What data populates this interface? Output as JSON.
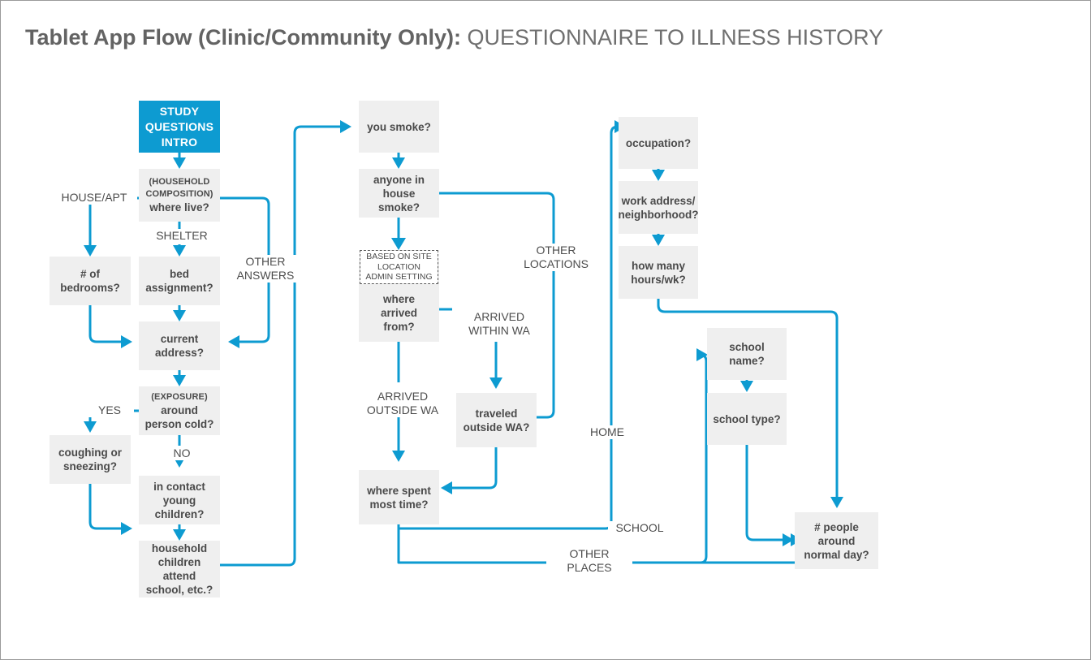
{
  "title": {
    "bold_part": "Tablet App Flow (Clinic/Community Only):",
    "light_part": " QUESTIONNAIRE TO ILLNESS HISTORY"
  },
  "colors": {
    "accent": "#0d9bd1",
    "node_fill": "#efefef",
    "node_text": "#4a4a4a",
    "title_text": "#6b6b6b",
    "page_border": "#9a9a9a"
  },
  "chart_data": {
    "type": "diagram",
    "title": "Tablet App Flow (Clinic/Community Only): QUESTIONNAIRE TO ILLNESS HISTORY",
    "nodes": [
      {
        "id": "start",
        "label": "STUDY QUESTIONS INTRO",
        "kind": "start"
      },
      {
        "id": "where_live",
        "label": "where live?",
        "sublabel": "(HOUSEHOLD COMPOSITION)",
        "kind": "question"
      },
      {
        "id": "bedrooms",
        "label": "# of bedrooms?",
        "kind": "question"
      },
      {
        "id": "bed_assignment",
        "label": "bed assignment?",
        "kind": "question"
      },
      {
        "id": "current_address",
        "label": "current address?",
        "kind": "question"
      },
      {
        "id": "around_cold",
        "label": "around person cold?",
        "sublabel": "(EXPOSURE)",
        "kind": "question"
      },
      {
        "id": "coughing",
        "label": "coughing or sneezing?",
        "kind": "question"
      },
      {
        "id": "young_children",
        "label": "in contact young children?",
        "kind": "question"
      },
      {
        "id": "household_school",
        "label": "household children attend school, etc.?",
        "kind": "question"
      },
      {
        "id": "you_smoke",
        "label": "you smoke?",
        "kind": "question"
      },
      {
        "id": "house_smoke",
        "label": "anyone in house smoke?",
        "kind": "question"
      },
      {
        "id": "admin_note",
        "label": "BASED ON SITE LOCATION ADMIN SETTING",
        "kind": "annotation"
      },
      {
        "id": "arrived_from",
        "label": "where arrived from?",
        "kind": "question"
      },
      {
        "id": "traveled_outside",
        "label": "traveled outside WA?",
        "kind": "question"
      },
      {
        "id": "most_time",
        "label": "where spent most time?",
        "kind": "question"
      },
      {
        "id": "occupation",
        "label": "occupation?",
        "kind": "question"
      },
      {
        "id": "work_address",
        "label": "work address/ neighborhood?",
        "kind": "question"
      },
      {
        "id": "hours_wk",
        "label": "how many hours/wk?",
        "kind": "question"
      },
      {
        "id": "school_name",
        "label": "school name?",
        "kind": "question"
      },
      {
        "id": "school_type",
        "label": "school type?",
        "kind": "question"
      },
      {
        "id": "people_around",
        "label": "# people around normal day?",
        "kind": "question"
      }
    ],
    "edges": [
      {
        "from": "start",
        "to": "where_live",
        "label": ""
      },
      {
        "from": "where_live",
        "to": "bedrooms",
        "label": "HOUSE/APT"
      },
      {
        "from": "where_live",
        "to": "bed_assignment",
        "label": "SHELTER"
      },
      {
        "from": "where_live",
        "to": "current_address",
        "label": "OTHER ANSWERS"
      },
      {
        "from": "bedrooms",
        "to": "current_address",
        "label": ""
      },
      {
        "from": "bed_assignment",
        "to": "current_address",
        "label": ""
      },
      {
        "from": "current_address",
        "to": "around_cold",
        "label": ""
      },
      {
        "from": "around_cold",
        "to": "coughing",
        "label": "YES"
      },
      {
        "from": "around_cold",
        "to": "young_children",
        "label": "NO"
      },
      {
        "from": "coughing",
        "to": "young_children",
        "label": ""
      },
      {
        "from": "young_children",
        "to": "household_school",
        "label": ""
      },
      {
        "from": "household_school",
        "to": "you_smoke",
        "label": ""
      },
      {
        "from": "you_smoke",
        "to": "house_smoke",
        "label": ""
      },
      {
        "from": "house_smoke",
        "to": "arrived_from",
        "label": ""
      },
      {
        "from": "house_smoke",
        "to": "traveled_outside",
        "label": "OTHER LOCATIONS"
      },
      {
        "from": "arrived_from",
        "to": "traveled_outside",
        "label": "ARRIVED WITHIN WA"
      },
      {
        "from": "arrived_from",
        "to": "most_time",
        "label": "ARRIVED OUTSIDE WA"
      },
      {
        "from": "traveled_outside",
        "to": "most_time",
        "label": ""
      },
      {
        "from": "most_time",
        "to": "occupation",
        "label": "HOME"
      },
      {
        "from": "most_time",
        "to": "school_name",
        "label": "SCHOOL"
      },
      {
        "from": "most_time",
        "to": "people_around",
        "label": "OTHER PLACES"
      },
      {
        "from": "occupation",
        "to": "work_address",
        "label": ""
      },
      {
        "from": "work_address",
        "to": "hours_wk",
        "label": ""
      },
      {
        "from": "hours_wk",
        "to": "people_around",
        "label": ""
      },
      {
        "from": "school_name",
        "to": "school_type",
        "label": ""
      },
      {
        "from": "school_type",
        "to": "people_around",
        "label": ""
      }
    ]
  },
  "nodes": {
    "start": {
      "label": "STUDY QUESTIONS INTRO"
    },
    "where_live": {
      "sub": "(HOUSEHOLD COMPOSITION)",
      "label": "where live?"
    },
    "bedrooms": {
      "label": "# of bedrooms?"
    },
    "bed_assignment": {
      "label": "bed assignment?"
    },
    "current_address": {
      "label": "current address?"
    },
    "around_cold": {
      "sub": "(EXPOSURE)",
      "label": "around person cold?"
    },
    "coughing": {
      "label": "coughing or sneezing?"
    },
    "young_children": {
      "label": "in contact young children?"
    },
    "household_school": {
      "label": "household children attend school, etc.?"
    },
    "you_smoke": {
      "label": "you smoke?"
    },
    "house_smoke": {
      "label": "anyone in house smoke?"
    },
    "admin_note": {
      "label": "BASED ON SITE LOCATION ADMIN SETTING"
    },
    "arrived_from": {
      "label": "where arrived from?"
    },
    "traveled_outside": {
      "label": "traveled outside WA?"
    },
    "most_time": {
      "label": "where spent most time?"
    },
    "occupation": {
      "label": "occupation?"
    },
    "work_address": {
      "label": "work address/ neighborhood?"
    },
    "hours_wk": {
      "label": "how many hours/wk?"
    },
    "school_name": {
      "label": "school name?"
    },
    "school_type": {
      "label": "school type?"
    },
    "people_around": {
      "label": "# people around normal day?"
    }
  },
  "edge_labels": {
    "house_apt": "HOUSE/APT",
    "shelter": "SHELTER",
    "other_answers": "OTHER\nANSWERS",
    "yes": "YES",
    "no": "NO",
    "other_locations": "OTHER\nLOCATIONS",
    "arrived_within": "ARRIVED\nWITHIN WA",
    "arrived_outside": "ARRIVED\nOUTSIDE WA",
    "home": "HOME",
    "school": "SCHOOL",
    "other_places": "OTHER\nPLACES"
  }
}
